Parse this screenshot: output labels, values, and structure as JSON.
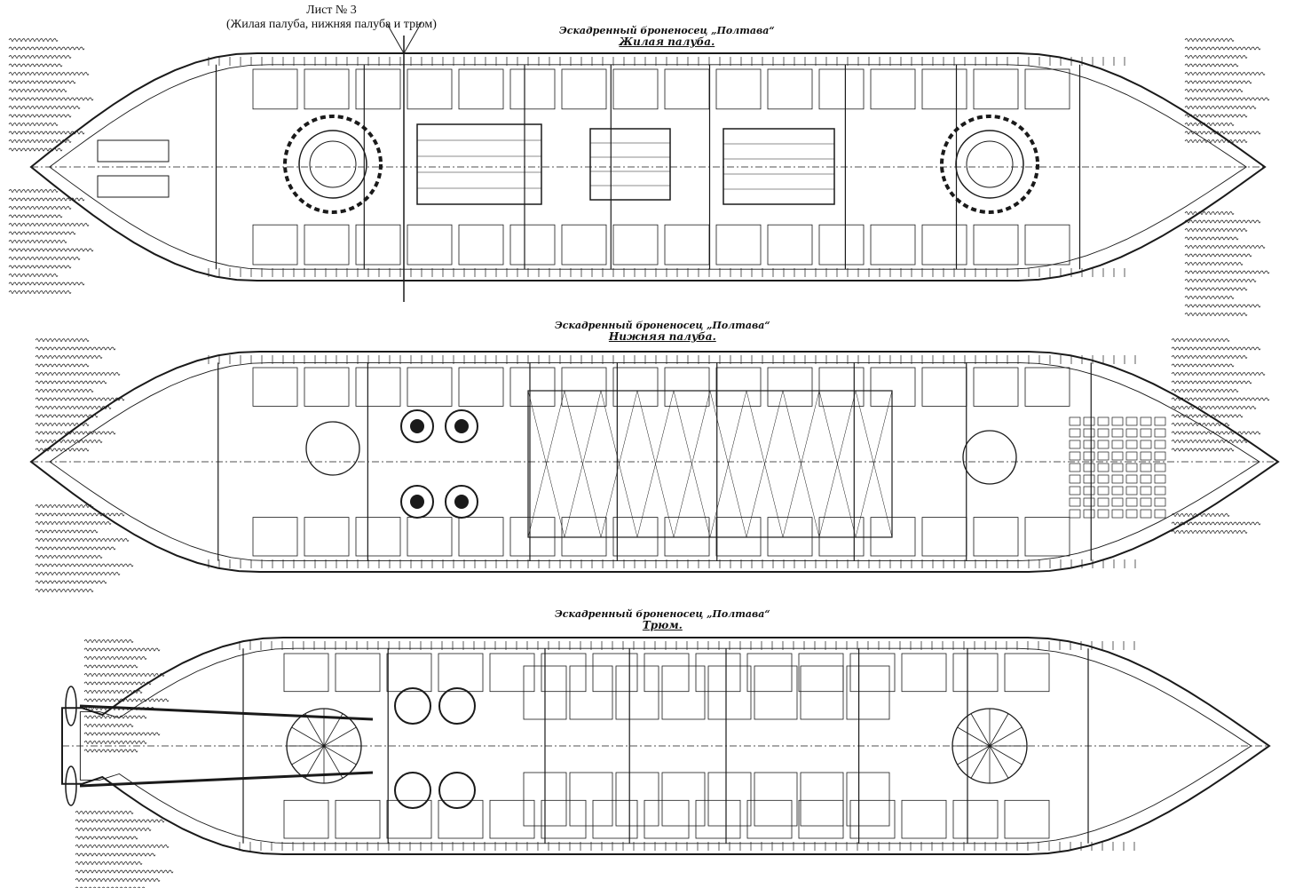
{
  "sheet": {
    "number": "Лист № 3",
    "subtitle": "(Жилая палуба, нижняя палуба и трюм)"
  },
  "decks": [
    {
      "ship": "Эскадренный броненосец „Полтава“",
      "deck": "Жилая палуба."
    },
    {
      "ship": "Эскадренный броненосец „Полтава“",
      "deck": "Нижняя палуба."
    },
    {
      "ship": "Эскадренный броненосец „Полтава“",
      "deck": "Трюм."
    }
  ],
  "colors": {
    "ink": "#1a1a1a",
    "paper": "#ffffff"
  }
}
